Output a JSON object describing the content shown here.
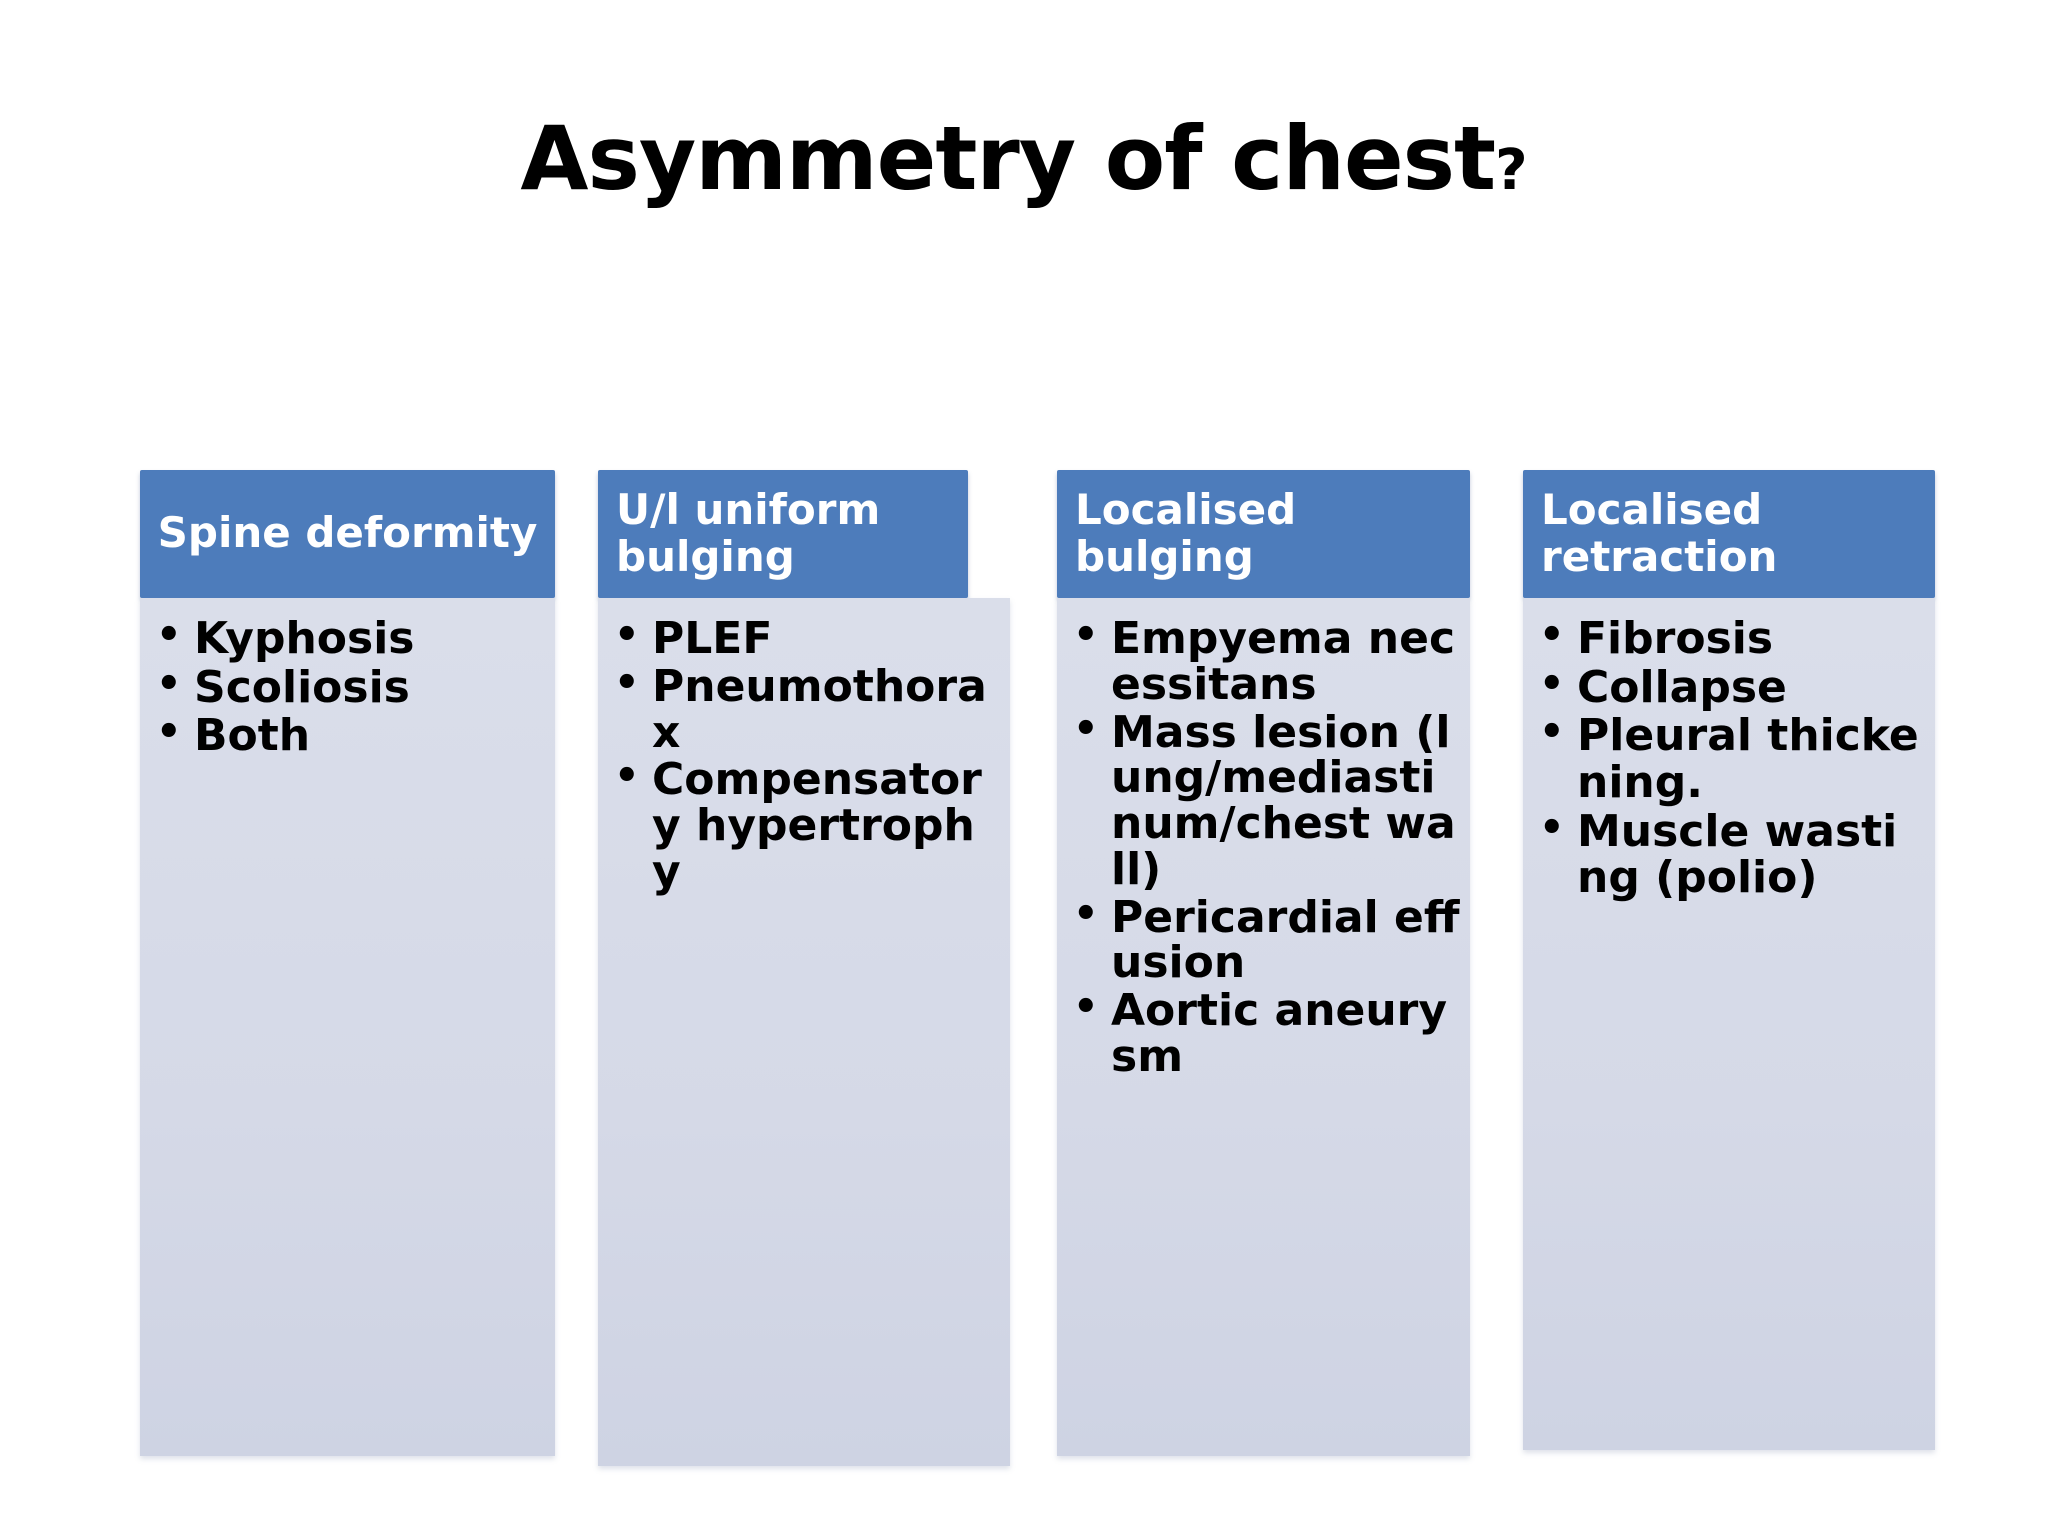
{
  "slide": {
    "title_main": "Asymmetry of chest",
    "title_suffix": "?",
    "background_color": "#ffffff",
    "header_color": "#4d7cbb",
    "body_color": "#d8dce8",
    "text_color": "#000000",
    "header_text_color": "#ffffff"
  },
  "columns": [
    {
      "header": "Spine deformity",
      "header_align": "center",
      "items": [
        "Kyphosis",
        "Scoliosis",
        "Both"
      ]
    },
    {
      "header": "U/l uniform bulging",
      "header_align": "left",
      "items": [
        "PLEF",
        "Pneumothorax",
        "Compensatory hypertrophy"
      ]
    },
    {
      "header": "Localised bulging",
      "header_align": "left",
      "items": [
        "Empyema necessitans",
        "Mass lesion (lung/mediastinum/chest wall)",
        "Pericardial effusion",
        "Aortic aneurysm"
      ]
    },
    {
      "header": "Localised retraction",
      "header_align": "left",
      "items": [
        "Fibrosis",
        "Collapse",
        "Pleural thickening.",
        "Muscle wasting (polio)"
      ]
    }
  ]
}
